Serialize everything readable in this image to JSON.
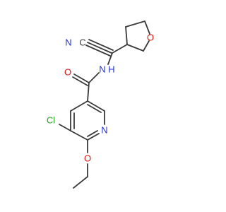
{
  "colors": {
    "bond": "#3a3a3a",
    "carbon": "#3a3a3a",
    "nitrogen": "#2233cc",
    "oxygen": "#dd1111",
    "chlorine": "#1fa51f"
  },
  "atoms": {
    "nitrile_n": "N",
    "nitrile_c": "C",
    "amide_n": "N",
    "amide_h": "H",
    "amide_o": "O",
    "ring_o": "O",
    "pyridine_n": "N",
    "chlorine": "Cl",
    "ether_o": "O"
  }
}
